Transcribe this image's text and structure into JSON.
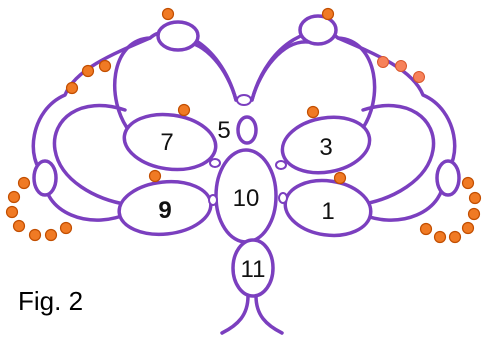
{
  "figure": {
    "caption": "Fig. 2",
    "labels": {
      "ring_1": "1",
      "ring_3": "3",
      "ring_5": "5",
      "ring_7": "7",
      "ring_9": "9",
      "ring_10": "10",
      "ring_11": "11"
    }
  },
  "colors": {
    "thread": "#7b3fbf",
    "bead": "#f07a24",
    "bead_light": "#f7825a"
  }
}
